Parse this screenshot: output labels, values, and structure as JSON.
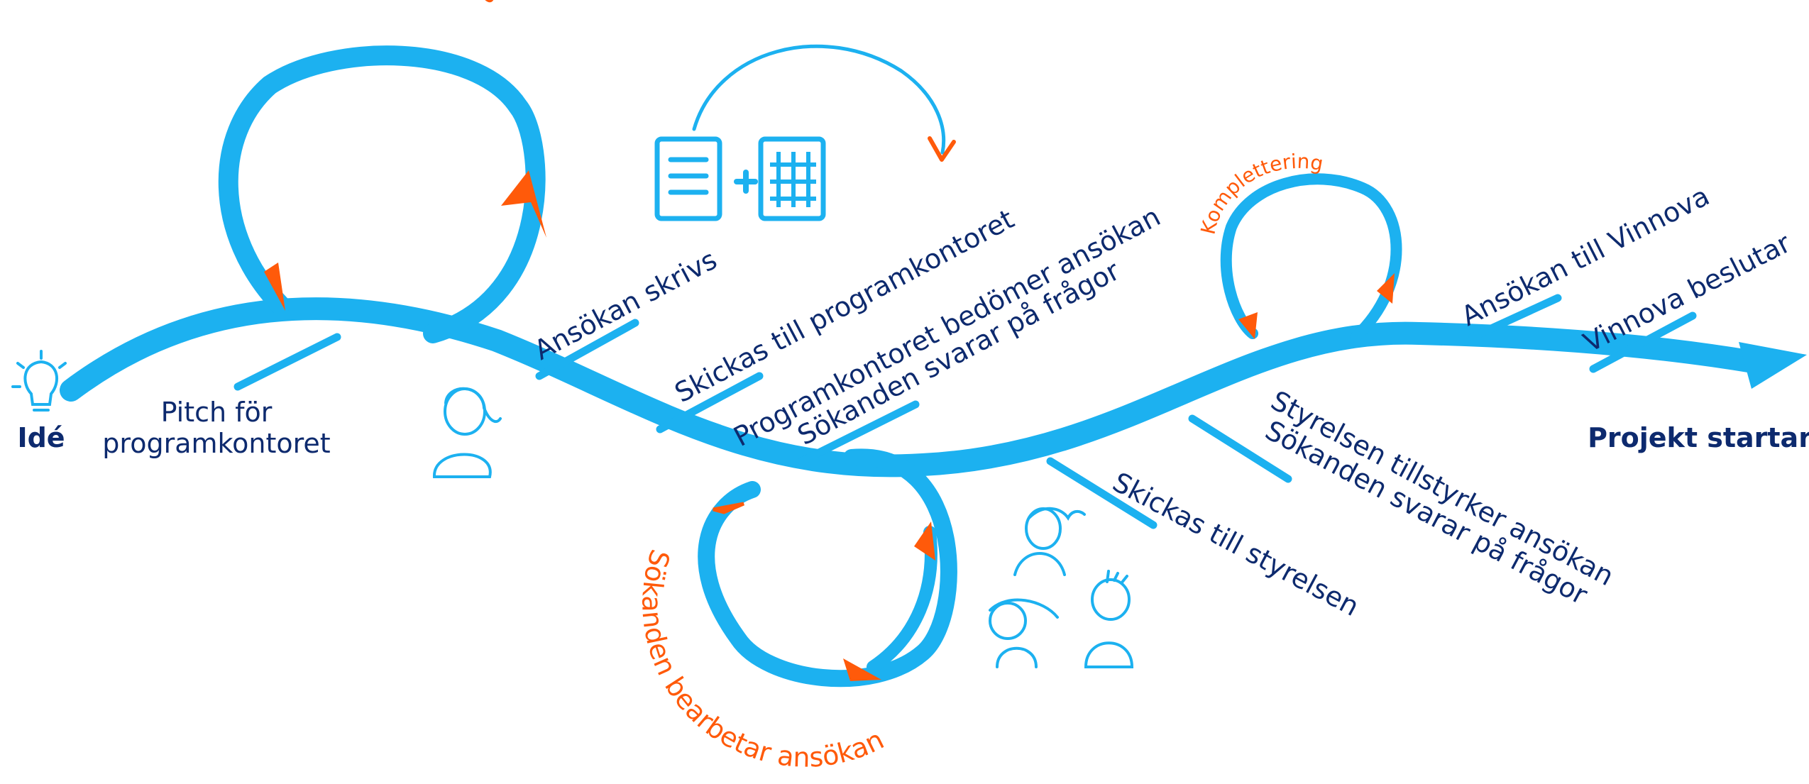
{
  "colors": {
    "path_blue": "#1cb1f0",
    "text_navy": "#0d2a6e",
    "accent_orange": "#ff5a0a",
    "background": "#ffffff"
  },
  "icons": [
    "lightbulb-icon",
    "document-icon",
    "spreadsheet-icon",
    "plus-icon",
    "person-icon",
    "loop-arrow-icon"
  ],
  "start": {
    "label": "Idé"
  },
  "end": {
    "label": "Projekt startar"
  },
  "steps": {
    "pitch": {
      "line1": "Pitch för",
      "line2": "programkontoret"
    },
    "writing": "Ansökan skrivs",
    "sent_office": "Skickas till programkontoret",
    "office_assess_line1": "Programkontoret bedömer ansökan",
    "office_assess_line2": "Sökanden svarar på frågor",
    "sent_board": "Skickas till styrelsen",
    "board_line1": "Styrelsen tillstyrker ansökan",
    "board_line2": "Sökanden svarar på frågor",
    "to_vinnova": "Ansökan till Vinnova",
    "vinnova_decides": "Vinnova beslutar"
  },
  "loops": {
    "idea": "Idé bearbetas",
    "applicant": "Sökanden bearbetar ansökan",
    "complement": "Komplettering"
  }
}
